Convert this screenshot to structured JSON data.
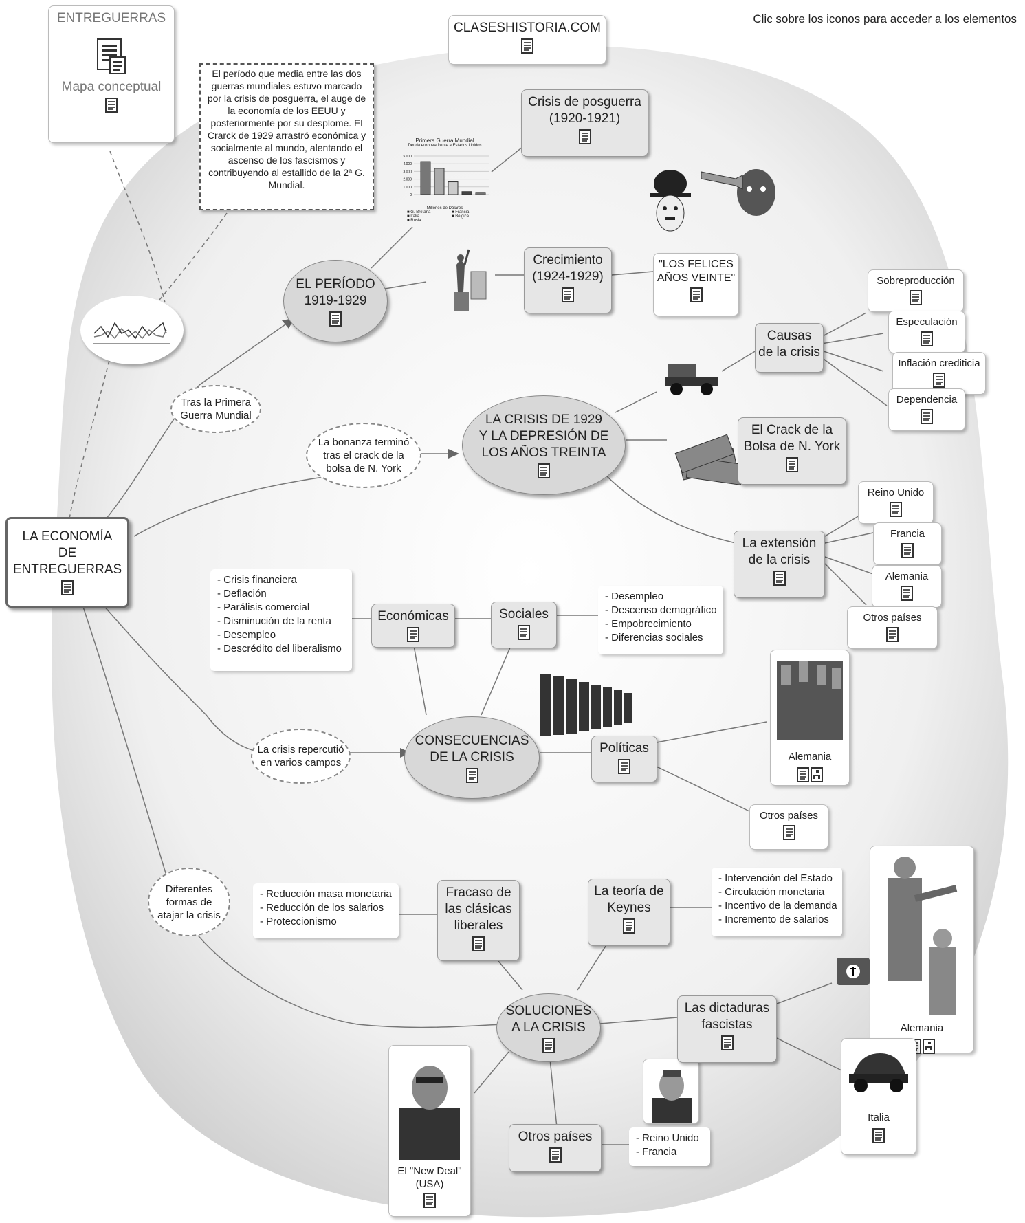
{
  "header": {
    "instruction": "Clic sobre los iconos para acceder a los elementos",
    "site": "CLASESHISTORIA.COM"
  },
  "corner": {
    "title": "ENTREGUERRAS",
    "subtitle": "Mapa conceptual"
  },
  "intro_note": "El período que media entre las dos guerras mundiales estuvo marcado por la crisis de posguerra, el auge de la economía de los EEUU y posteriormente por su desplome. El Crarck de 1929 arrastró económica y socialmente al mundo, alentando el ascenso de los fascismos y contribuyendo al estallido de la 2ª G. Mundial.",
  "root": {
    "l1": "LA ECONOMÍA",
    "l2": "DE",
    "l3": "ENTREGUERRAS"
  },
  "links": {
    "tras": {
      "l1": "Tras la Primera",
      "l2": "Guerra Mundial"
    },
    "bonanza": {
      "l1": "La bonanza terminó",
      "l2": "tras el crack de la",
      "l3": "bolsa de N. York"
    },
    "repercutio": {
      "l1": "La crisis repercutió",
      "l2": "en varios campos"
    },
    "formas": {
      "l1": "Diferentes",
      "l2": "formas de",
      "l3": "atajar la crisis"
    }
  },
  "periodo": {
    "title": {
      "l1": "EL PERÍODO",
      "l2": "1919-1929"
    },
    "posguerra": {
      "l1": "Crisis de posguerra",
      "l2": "(1920-1921)"
    },
    "crecimiento": {
      "l1": "Crecimiento",
      "l2": "(1924-1929)"
    },
    "felices": {
      "l1": "\"LOS FELICES",
      "l2": "AÑOS VEINTE\""
    }
  },
  "crisis29": {
    "title": {
      "l1": "LA CRISIS DE 1929",
      "l2": "Y LA DEPRESIÓN DE",
      "l3": "LOS AÑOS TREINTA"
    },
    "causas": {
      "l1": "Causas",
      "l2": "de la crisis"
    },
    "causas_items": [
      "Sobreproducción",
      "Especulación",
      "Inflación crediticia",
      "Dependencia"
    ],
    "crack": {
      "l1": "El Crack de la",
      "l2": "Bolsa de N. York"
    },
    "extension": {
      "l1": "La extensión",
      "l2": "de la crisis"
    },
    "extension_items": [
      "Reino Unido",
      "Francia",
      "Alemania",
      "Otros países"
    ]
  },
  "consecuencias": {
    "title": {
      "l1": "CONSECUENCIAS",
      "l2": "DE LA CRISIS"
    },
    "economicas": "Económicas",
    "economicas_list": [
      "- Crisis financiera",
      "- Deflación",
      "- Parálisis comercial",
      "- Disminución de la renta",
      "- Desempleo",
      "- Descrédito del liberalismo"
    ],
    "sociales": "Sociales",
    "sociales_list": [
      "- Desempleo",
      "- Descenso demográfico",
      "- Empobrecimiento",
      "- Diferencias sociales"
    ],
    "politicas": "Políticas",
    "alemania": "Alemania",
    "otros": "Otros países"
  },
  "soluciones": {
    "title": {
      "l1": "SOLUCIONES",
      "l2": "A LA CRISIS"
    },
    "fracaso": {
      "l1": "Fracaso de",
      "l2": "las clásicas",
      "l3": "liberales"
    },
    "fracaso_list": [
      "- Reducción masa monetaria",
      "- Reducción de los salarios",
      "- Proteccionismo"
    ],
    "keynes": {
      "l1": "La teoría de",
      "l2": "Keynes"
    },
    "keynes_list": [
      "- Intervención del Estado",
      "- Circulación monetaria",
      "- Incentivo de la demanda",
      "- Incremento de salarios"
    ],
    "dictaduras": {
      "l1": "Las dictaduras",
      "l2": "fascistas"
    },
    "alemania": "Alemania",
    "italia": "Italia",
    "otros": "Otros países",
    "otros_list": [
      "- Reino Unido",
      "- Francia"
    ],
    "newdeal": {
      "l1": "El \"New Deal\"",
      "l2": "(USA)"
    }
  },
  "chart_thumb": {
    "title": "Primera Guerra Mundial",
    "subtitle": "Deuda europea frente a Estados Unidos",
    "yticks": [
      "5.000",
      "4.000",
      "3.000",
      "2.000",
      "1.000",
      "0"
    ],
    "xlabel": "Millones de Dólares",
    "legend": [
      "G. Bretaña",
      "Francia",
      "Italia",
      "Bélgica",
      "Rusia"
    ],
    "values": [
      4277,
      3405,
      1648,
      379,
      192
    ]
  }
}
